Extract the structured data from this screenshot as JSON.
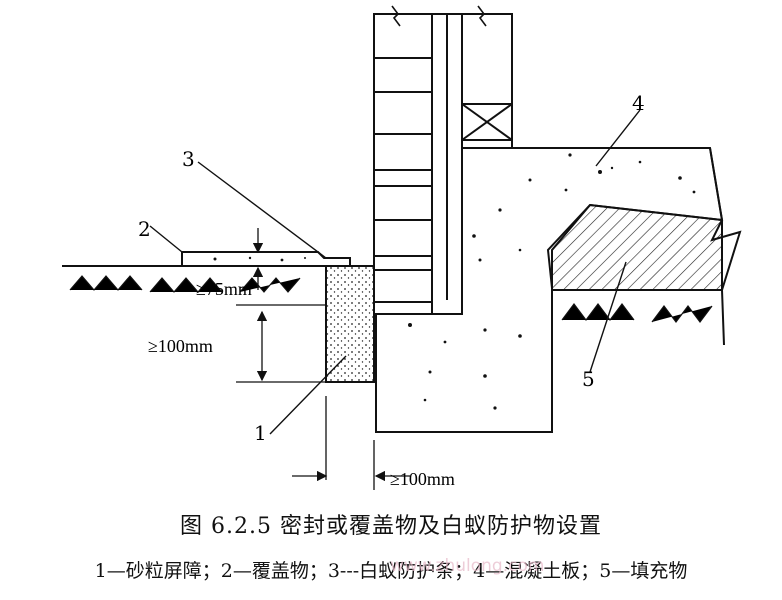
{
  "figure": {
    "callouts": [
      "1",
      "2",
      "3",
      "4",
      "5"
    ],
    "dimensions": {
      "d75": "≥75mm",
      "d100v": "≥100mm",
      "d100h": "≥100mm"
    }
  },
  "caption": {
    "title": "图 6.2.5   密封或覆盖物及白蚁防护物设置",
    "legend": "1—砂粒屏障；2—覆盖物；3---白蚁防护条；4—混凝土板；5—填充物",
    "watermark": "www.zhulong.com"
  }
}
